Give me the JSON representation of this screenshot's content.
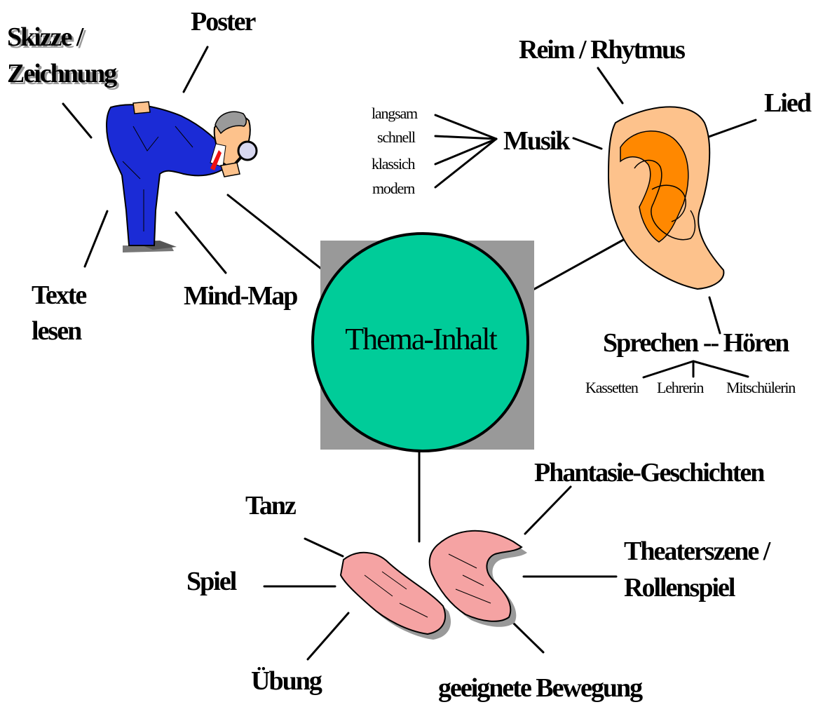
{
  "center": {
    "label": "Thema-Inhalt",
    "fill": "#00cc99",
    "shadow_fill": "#999999"
  },
  "labels": {
    "skizze_line1": "Skizze /",
    "skizze_line2": "Zeichnung",
    "poster": "Poster",
    "texte_line1": "Texte",
    "texte_line2": "lesen",
    "mind_map": "Mind-Map",
    "reim": "Reim / Rhytmus",
    "lied": "Lied",
    "musik": "Musik",
    "langsam": "langsam",
    "schnell": "schnell",
    "klassich": "klassich",
    "modern": "modern",
    "sprechen": "Sprechen -- Hören",
    "kassetten": "Kassetten",
    "lehrerin": "Lehrerin",
    "mitschuelerin": "Mitschülerin",
    "tanz": "Tanz",
    "spiel": "Spiel",
    "uebung": "Übung",
    "phantasie": "Phantasie-Geschichten",
    "theater_line1": "Theaterszene /",
    "theater_line2": "Rollenspiel",
    "bewegung": "geeignete Bewegung"
  },
  "images": {
    "person": "person-with-magnifier-icon",
    "ear": "ear-icon",
    "hands": "hands-icon"
  },
  "colors": {
    "suit": "#1b2bd6",
    "skin": "#fdc28c",
    "ear_inner": "#ff8800",
    "hands": "#f5a3a3"
  }
}
